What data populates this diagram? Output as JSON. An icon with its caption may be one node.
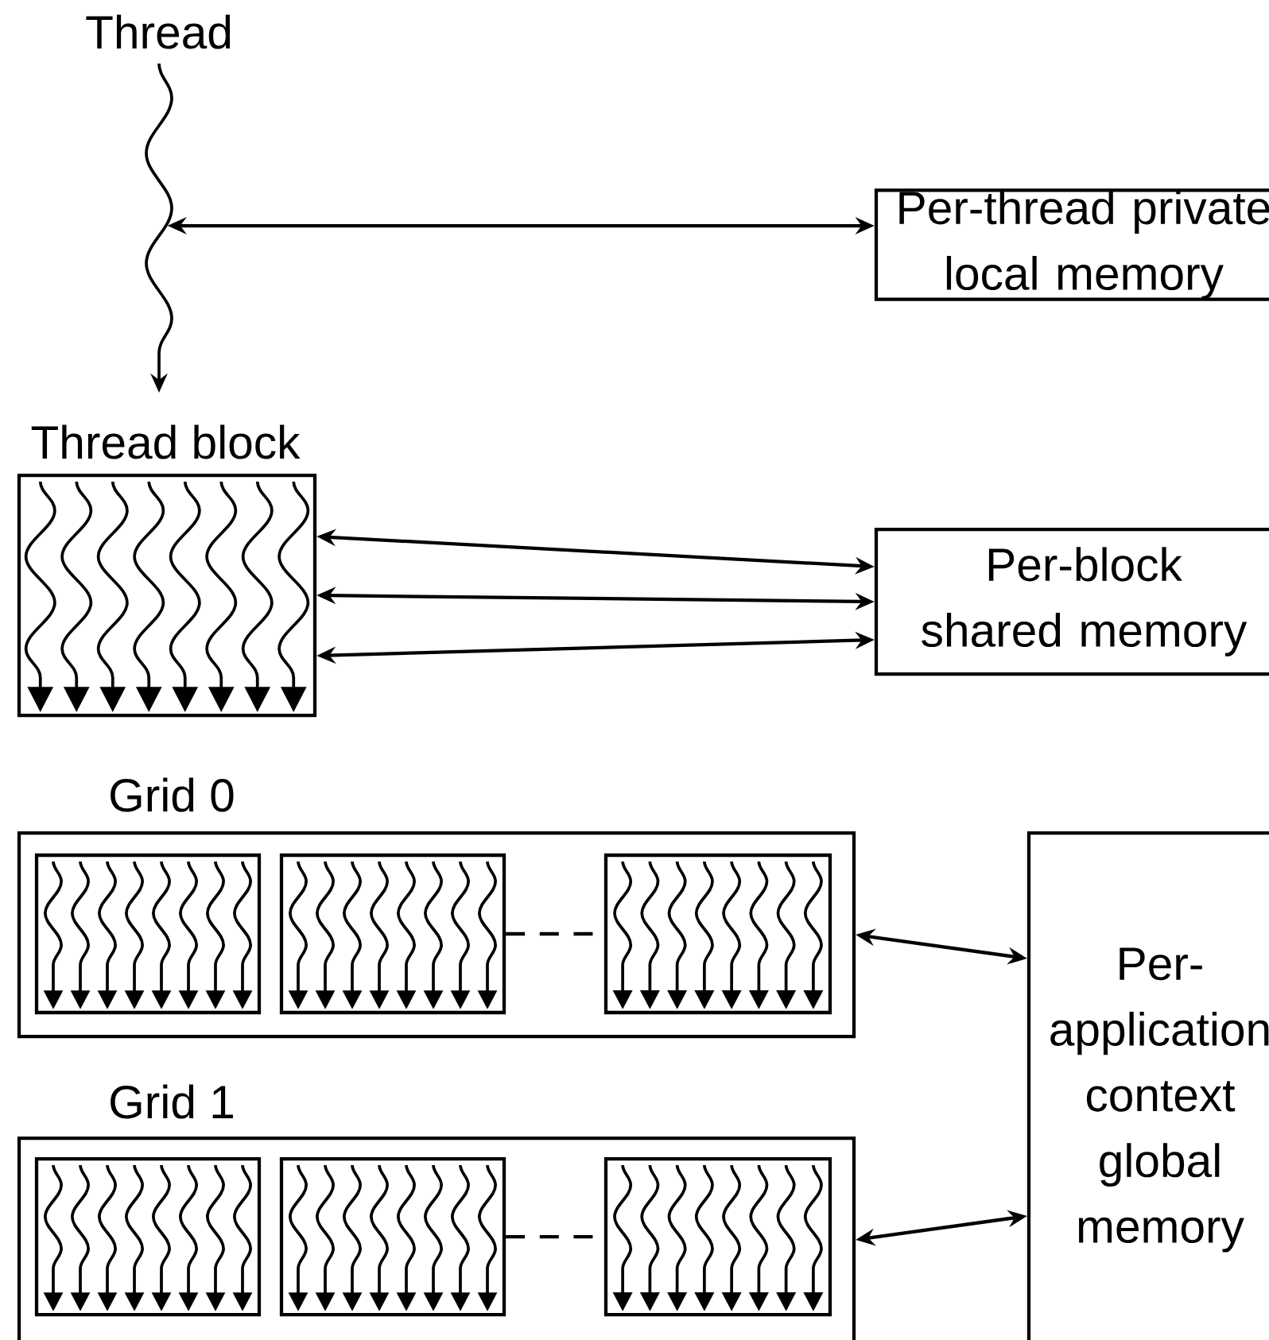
{
  "diagram": {
    "nodes": [
      {
        "text": [
          "Thread"
        ]
      },
      {
        "text": [
          "Per-thread private local memory"
        ]
      },
      {
        "text": [
          "Thread block"
        ]
      },
      {
        "text": [
          "Per-block shared memory"
        ]
      },
      {
        "text": [
          "Grid 0"
        ]
      },
      {
        "text": [],
        "shape": "box",
        "in": 4
      },
      {
        "text": [],
        "shape": "box",
        "in": 4
      },
      {
        "text": [],
        "shape": "box",
        "in": 4
      },
      {
        "text": [
          "Grid 1"
        ]
      },
      {
        "text": [],
        "shape": "box",
        "in": 8
      },
      {
        "text": [],
        "shape": "box",
        "in": 8
      },
      {
        "text": [],
        "shape": "box",
        "in": 8
      },
      {
        "text": [
          "Per-application context global memory"
        ]
      }
    ],
    "edges": [
      {
        "from": 0,
        "to": 1,
        "arrow": "both"
      },
      {
        "from": 2,
        "to": 3,
        "arrow": "both"
      },
      {
        "from": 2,
        "to": 3,
        "arrow": "both"
      },
      {
        "from": 2,
        "to": 3,
        "arrow": "both"
      },
      {
        "from": 4,
        "to": 12,
        "arrow": "both"
      },
      {
        "from": 8,
        "to": 12,
        "arrow": "both"
      },
      {
        "from": 6,
        "to": 7,
        "arrow": "none",
        "style": "dashed"
      },
      {
        "from": 10,
        "to": 11,
        "arrow": "none",
        "style": "dashed"
      }
    ]
  }
}
